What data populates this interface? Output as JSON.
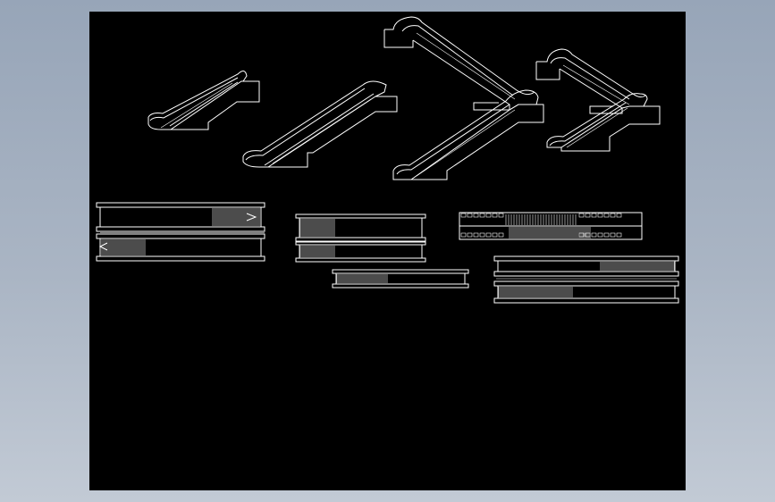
{
  "viewport": {
    "background_color": "#000000",
    "line_color": "#ffffff",
    "frame_color": "#a3afbf"
  },
  "drawing": {
    "elevation_views": [
      {
        "name": "escalator-elevation-small"
      },
      {
        "name": "escalator-elevation-medium"
      },
      {
        "name": "escalator-elevation-large-crossover"
      },
      {
        "name": "escalator-elevation-scissor"
      }
    ],
    "plan_views": [
      {
        "name": "escalator-plan-double-left",
        "step_side": "alternate"
      },
      {
        "name": "escalator-plan-double-center",
        "step_side": "left"
      },
      {
        "name": "escalator-plan-single-center",
        "step_side": "left"
      },
      {
        "name": "escalator-plan-long-detailed",
        "step_side": "both"
      },
      {
        "name": "escalator-plan-double-right",
        "step_side": "alternate"
      }
    ]
  }
}
